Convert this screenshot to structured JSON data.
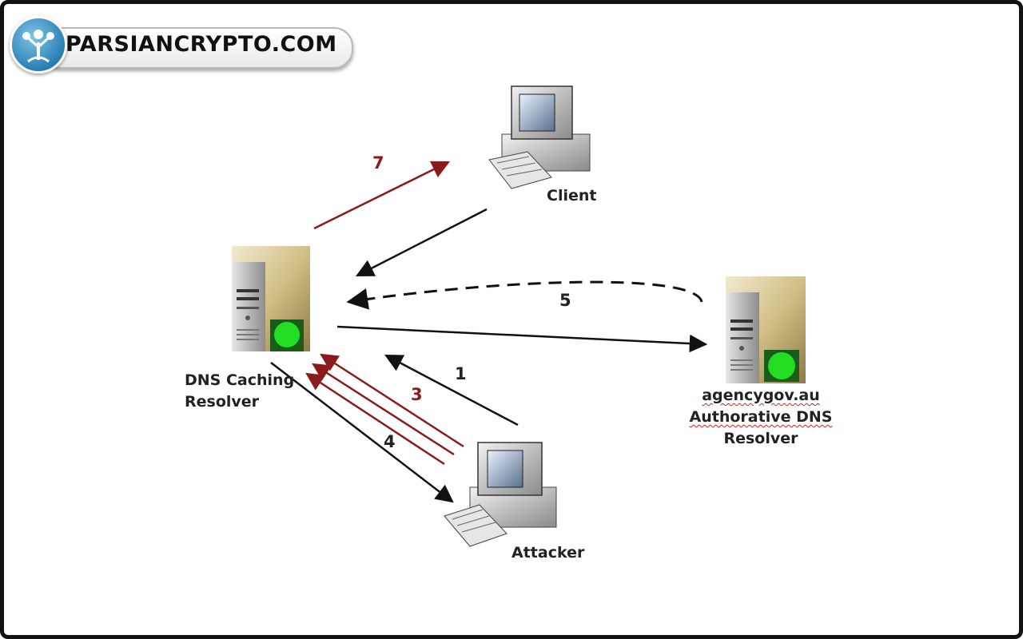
{
  "logo": {
    "text": "PARSIANCRYPTO.COM"
  },
  "nodes": {
    "client": {
      "label": "Client"
    },
    "resolver": {
      "label_line1": "DNS Caching",
      "label_line2": "Resolver"
    },
    "authoritative": {
      "label_line1": "agencygov.au",
      "label_line2": "Authorative DNS",
      "label_line3": "Resolver"
    },
    "attacker": {
      "label": "Attacker"
    }
  },
  "steps": {
    "step1": "1",
    "step3": "3",
    "step4": "4",
    "step5": "5",
    "step7": "7"
  },
  "colors": {
    "arrow_black": "#111111",
    "arrow_red": "#8b1a1a",
    "status_green": "#22dd22"
  }
}
